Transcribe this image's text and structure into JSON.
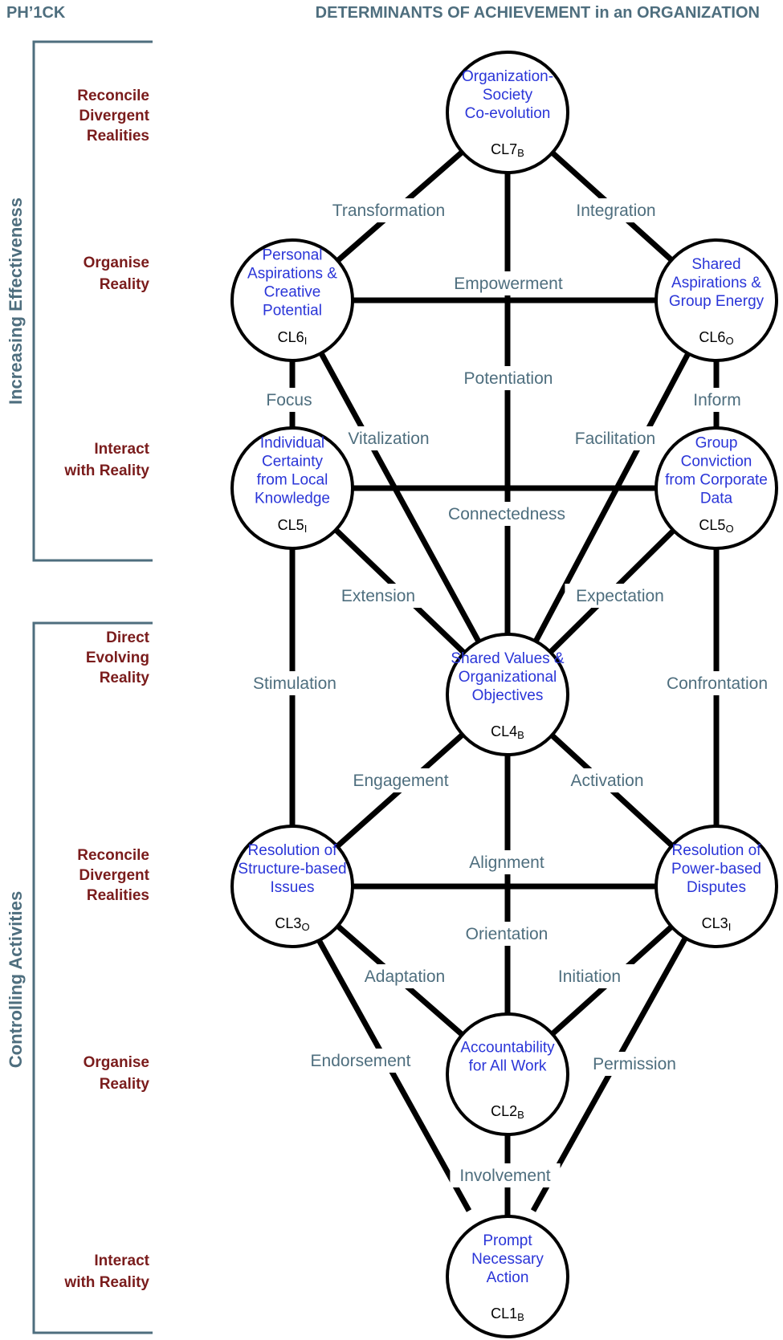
{
  "header": {
    "left": "PH’1CK",
    "title": "DETERMINANTS OF ACHIEVEMENT in an ORGANIZATION"
  },
  "sidebar": {
    "top_label": "Increasing Effectiveness",
    "bottom_label": "Controlling Activities"
  },
  "levels": [
    [
      "Reconcile",
      "Divergent",
      "Realities"
    ],
    [
      "Organise",
      "Reality"
    ],
    [
      "Interact",
      "with Reality"
    ],
    [
      "Direct",
      "Evolving",
      "Reality"
    ],
    [
      "Reconcile",
      "Divergent",
      "Realities"
    ],
    [
      "Organise",
      "Reality"
    ],
    [
      "Interact",
      "with Reality"
    ]
  ],
  "nodes": [
    {
      "id": "cl7",
      "lines": [
        "Organization-",
        "Society",
        "Co-evolution"
      ],
      "code": "CL7",
      "sub": "B"
    },
    {
      "id": "cl6i",
      "lines": [
        "Personal",
        "Aspirations &",
        "Creative",
        "Potential"
      ],
      "code": "CL6",
      "sub": "I"
    },
    {
      "id": "cl6o",
      "lines": [
        "Shared",
        "Aspirations &",
        "Group Energy"
      ],
      "code": "CL6",
      "sub": "O"
    },
    {
      "id": "cl5i",
      "lines": [
        "Individual",
        "Certainty",
        "from Local",
        "Knowledge"
      ],
      "code": "CL5",
      "sub": "I"
    },
    {
      "id": "cl5o",
      "lines": [
        "Group",
        "Conviction",
        "from Corporate",
        "Data"
      ],
      "code": "CL5",
      "sub": "O"
    },
    {
      "id": "cl4",
      "lines": [
        "Shared Values &",
        "Organizational",
        "Objectives"
      ],
      "code": "CL4",
      "sub": "B"
    },
    {
      "id": "cl3o",
      "lines": [
        "Resolution of",
        "Structure-based",
        "Issues"
      ],
      "code": "CL3",
      "sub": "O"
    },
    {
      "id": "cl3i",
      "lines": [
        "Resolution of",
        "Power-based",
        "Disputes"
      ],
      "code": "CL3",
      "sub": "I"
    },
    {
      "id": "cl2",
      "lines": [
        "Accountability",
        "for All Work"
      ],
      "code": "CL2",
      "sub": "B"
    },
    {
      "id": "cl1",
      "lines": [
        "Prompt",
        "Necessary",
        "Action"
      ],
      "code": "CL1",
      "sub": "B"
    }
  ],
  "edges": [
    {
      "label": "Transformation",
      "from": "cl7",
      "to": "cl6i"
    },
    {
      "label": "Integration",
      "from": "cl7",
      "to": "cl6o"
    },
    {
      "label": "Empowerment",
      "from": "cl6i",
      "to": "cl6o"
    },
    {
      "label": "Potentiation",
      "from": "cl7",
      "to": "cl4"
    },
    {
      "label": "Focus",
      "from": "cl6i",
      "to": "cl5i"
    },
    {
      "label": "Inform",
      "from": "cl6o",
      "to": "cl5o"
    },
    {
      "label": "Vitalization",
      "from": "cl6i",
      "to": "cl4"
    },
    {
      "label": "Facilitation",
      "from": "cl6o",
      "to": "cl4"
    },
    {
      "label": "Connectedness",
      "from": "cl5i",
      "to": "cl5o"
    },
    {
      "label": "Extension",
      "from": "cl5i",
      "to": "cl4"
    },
    {
      "label": "Expectation",
      "from": "cl5o",
      "to": "cl4"
    },
    {
      "label": "Stimulation",
      "from": "cl5i",
      "to": "cl3o"
    },
    {
      "label": "Confrontation",
      "from": "cl5o",
      "to": "cl3i"
    },
    {
      "label": "Engagement",
      "from": "cl4",
      "to": "cl3o"
    },
    {
      "label": "Activation",
      "from": "cl4",
      "to": "cl3i"
    },
    {
      "label": "Alignment",
      "from": "cl3o",
      "to": "cl3i"
    },
    {
      "label": "Orientation",
      "from": "cl4",
      "to": "cl2"
    },
    {
      "label": "Adaptation",
      "from": "cl3o",
      "to": "cl2"
    },
    {
      "label": "Initiation",
      "from": "cl3i",
      "to": "cl2"
    },
    {
      "label": "Endorsement",
      "from": "cl3o",
      "to": "cl1"
    },
    {
      "label": "Permission",
      "from": "cl3i",
      "to": "cl1"
    },
    {
      "label": "Involvement",
      "from": "cl2",
      "to": "cl1"
    }
  ]
}
